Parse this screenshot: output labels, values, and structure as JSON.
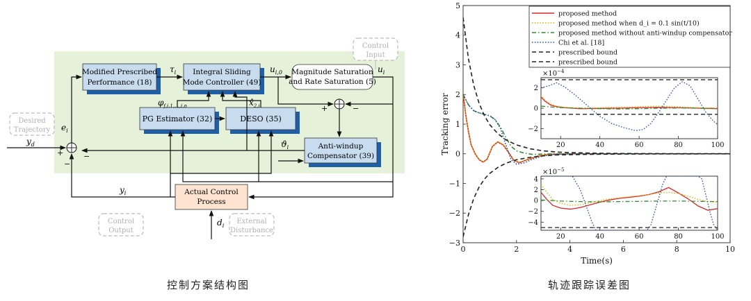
{
  "diagram": {
    "blocks": {
      "mpp": [
        "Modified Prescribed",
        "Performance (18)"
      ],
      "isc": [
        "Integral Sliding",
        "Mode Controller (49)"
      ],
      "sat": [
        "Magnitude Saturation",
        "and Rate Saturation (5)"
      ],
      "pge": [
        "PG Estimator (32)"
      ],
      "deso": [
        "DESO (35)"
      ],
      "aw": [
        "Anti-windup",
        "Compensator (39)"
      ],
      "acp": [
        "Actual Control",
        "Process"
      ]
    },
    "callouts": {
      "control_input": [
        "Control",
        "Input"
      ],
      "desired_trajectory": [
        "Desired",
        "Trajectory"
      ],
      "control_output": [
        "Control",
        "Output"
      ],
      "external_disturbance": [
        "External",
        "Disturbance"
      ]
    },
    "signals": {
      "tau": "τ",
      "tau_sub": "i",
      "u0": "u",
      "u0_sub": "i,0",
      "u": "u",
      "u_sub": "i",
      "phi": "φ",
      "phi_sub": "f,i,1,...,i,n",
      "xhat": "x̂",
      "xhat_sub": "2,i",
      "vartheta": "ϑ",
      "vartheta_sub": "i",
      "e": "e",
      "e_sub": "i",
      "yd": "y",
      "yd_sub": "d",
      "y": "y",
      "y_sub": "i",
      "d": "d",
      "d_sub": "i"
    },
    "signs": {
      "plus_sum1": "+",
      "minus_sum1_bottom": "−",
      "minus_sum1_right": "−",
      "plus_sum2": "+",
      "minus_sum2": "−"
    },
    "caption": "控制方案结构图"
  },
  "chart_data": {
    "type": "line",
    "xlabel": "Time(s)",
    "ylabel": "Tracking error",
    "xlim": [
      0,
      10
    ],
    "ylim": [
      -3,
      5
    ],
    "xticks": [
      0,
      2,
      4,
      6,
      8,
      10
    ],
    "yticks": [
      -3,
      -2,
      -1,
      0,
      1,
      2,
      3,
      4,
      5
    ],
    "legend_position": "top-right",
    "series": [
      {
        "name": "proposed method",
        "color": "#d62728",
        "style": "solid",
        "x": [
          0,
          0.1,
          0.2,
          0.3,
          0.45,
          0.6,
          0.75,
          0.9,
          1.1,
          1.3,
          1.5,
          1.7,
          1.9,
          2.1,
          2.4,
          2.8,
          3.2,
          4,
          6,
          8,
          10
        ],
        "y": [
          2.05,
          1.3,
          0.75,
          0.3,
          0.0,
          -0.2,
          -0.28,
          -0.18,
          0.25,
          0.4,
          0.3,
          0.05,
          -0.22,
          -0.3,
          -0.2,
          -0.08,
          -0.02,
          0,
          0,
          0,
          0
        ]
      },
      {
        "name": "proposed method when d_i = 0.1 sin(t/10)",
        "color": "#e0b000",
        "style": "dotted",
        "x": [
          0,
          0.1,
          0.2,
          0.3,
          0.45,
          0.6,
          0.75,
          0.9,
          1.1,
          1.3,
          1.5,
          1.7,
          1.9,
          2.1,
          2.4,
          2.8,
          3.2,
          4,
          6,
          8,
          10
        ],
        "y": [
          2.05,
          1.32,
          0.77,
          0.32,
          0.01,
          -0.19,
          -0.27,
          -0.17,
          0.26,
          0.41,
          0.31,
          0.06,
          -0.21,
          -0.29,
          -0.19,
          -0.07,
          -0.01,
          0,
          0,
          0,
          0
        ]
      },
      {
        "name": "proposed method without anti-windup compensator",
        "color": "#2e8b2e",
        "style": "dashdot",
        "x": [
          0,
          0.2,
          0.4,
          0.6,
          0.8,
          1.0,
          1.2,
          1.4,
          1.6,
          1.8,
          2.0,
          2.3,
          2.6,
          3.0,
          3.5,
          4,
          6,
          8,
          10
        ],
        "y": [
          2.0,
          1.65,
          1.45,
          1.38,
          1.33,
          1.28,
          1.15,
          0.9,
          0.55,
          0.25,
          0.1,
          0.02,
          -0.02,
          -0.01,
          0,
          0,
          0,
          0,
          0
        ]
      },
      {
        "name": "Chi et al. [18]",
        "color": "#2b4fa8",
        "style": "dotted",
        "x": [
          0,
          0.2,
          0.4,
          0.6,
          0.8,
          1.0,
          1.2,
          1.4,
          1.6,
          1.8,
          2.0,
          2.3,
          2.6,
          3.0,
          3.5,
          4,
          6,
          8,
          10
        ],
        "y": [
          2.0,
          1.65,
          1.45,
          1.38,
          1.33,
          1.28,
          1.15,
          0.85,
          0.3,
          -0.2,
          -0.35,
          -0.3,
          -0.18,
          -0.07,
          -0.02,
          0,
          0,
          0,
          0
        ]
      },
      {
        "name": "prescribed bound",
        "color": "#222222",
        "style": "dashed",
        "x": [
          0,
          0.2,
          0.4,
          0.6,
          0.8,
          1.0,
          1.3,
          1.6,
          2.0,
          2.5,
          3.0,
          3.5,
          4,
          5,
          6,
          8,
          10
        ],
        "y": [
          4.6,
          3.2,
          2.3,
          1.7,
          1.28,
          0.98,
          0.68,
          0.47,
          0.3,
          0.17,
          0.1,
          0.06,
          0.04,
          0.02,
          0.01,
          0.005,
          0.003
        ]
      },
      {
        "name": "prescribed bound",
        "color": "#222222",
        "style": "dashed",
        "x": [
          0,
          0.2,
          0.4,
          0.6,
          0.8,
          1.0,
          1.3,
          1.6,
          2.0,
          2.5,
          3.0,
          3.5,
          4,
          5,
          6,
          8,
          10
        ],
        "y": [
          -2.8,
          -2.05,
          -1.5,
          -1.12,
          -0.85,
          -0.66,
          -0.46,
          -0.32,
          -0.2,
          -0.12,
          -0.07,
          -0.04,
          -0.03,
          -0.015,
          -0.008,
          -0.004,
          -0.002
        ]
      }
    ],
    "insets": [
      {
        "exponent_label": "×10",
        "exponent": "−4",
        "xlim": [
          10,
          100
        ],
        "ylim": [
          -3,
          3
        ],
        "xticks": [
          20,
          40,
          60,
          80,
          100
        ],
        "yticks": [
          -2,
          0,
          2
        ],
        "series": [
          {
            "color": "#d62728",
            "style": "solid",
            "x": [
              10,
              12,
              15,
              18,
              22,
              30,
              40,
              50,
              60,
              70,
              80,
              90,
              100
            ],
            "y": [
              1.1,
              0.7,
              0.3,
              0.15,
              0.05,
              -0.05,
              -0.02,
              0.0,
              0.05,
              0.08,
              0.05,
              0.0,
              -0.05
            ]
          },
          {
            "color": "#e0b000",
            "style": "dotted",
            "x": [
              10,
              12,
              15,
              18,
              22,
              30,
              40,
              50,
              60,
              70,
              80,
              90,
              100
            ],
            "y": [
              1.3,
              0.8,
              0.4,
              0.2,
              0.1,
              0.0,
              0.05,
              0.1,
              0.15,
              0.2,
              0.15,
              0.05,
              0.0
            ]
          },
          {
            "color": "#2e8b2e",
            "style": "dashdot",
            "x": [
              10,
              20,
              30,
              40,
              50,
              60,
              70,
              80,
              90,
              100
            ],
            "y": [
              0.2,
              0.05,
              0.0,
              -0.05,
              -0.08,
              -0.05,
              0.0,
              0.02,
              0.0,
              -0.02
            ]
          },
          {
            "color": "#2b4fa8",
            "style": "dotted",
            "x": [
              10,
              14,
              18,
              22,
              28,
              34,
              40,
              46,
              52,
              58,
              62,
              66,
              70,
              74,
              78,
              82,
              86,
              90,
              94,
              98,
              100
            ],
            "y": [
              2.0,
              2.2,
              2.5,
              2.1,
              1.2,
              0.2,
              -0.8,
              -1.5,
              -1.9,
              -2.2,
              -2.1,
              -1.5,
              -0.4,
              0.8,
              2.0,
              2.6,
              2.2,
              0.9,
              -0.4,
              -1.3,
              -1.6
            ]
          },
          {
            "color": "#222222",
            "style": "dashed",
            "x": [
              10,
              100
            ],
            "y": [
              2.8,
              2.8
            ]
          },
          {
            "color": "#222222",
            "style": "dashed",
            "x": [
              10,
              100
            ],
            "y": [
              -0.6,
              -0.6
            ]
          }
        ]
      },
      {
        "exponent_label": "×10",
        "exponent": "−5",
        "xlim": [
          10,
          100
        ],
        "ylim": [
          -5.5,
          4.5
        ],
        "xticks": [
          20,
          40,
          60,
          80,
          100
        ],
        "yticks": [
          -4,
          -2,
          0,
          2,
          4
        ],
        "series": [
          {
            "color": "#d62728",
            "style": "solid",
            "x": [
              10,
              13,
              16,
              20,
              25,
              30,
              35,
              40,
              45,
              50,
              55,
              60,
              65,
              70,
              75,
              80,
              85,
              90,
              95,
              100
            ],
            "y": [
              1.5,
              0.2,
              -0.9,
              -1.4,
              -1.6,
              -1.3,
              -0.8,
              -0.3,
              0.1,
              0.4,
              0.6,
              0.8,
              1.1,
              1.6,
              2.4,
              1.4,
              0.3,
              -1.0,
              -1.8,
              -1.5
            ]
          },
          {
            "color": "#e0b000",
            "style": "dotted",
            "x": [
              10,
              13,
              16,
              20,
              25,
              30,
              35,
              40,
              45,
              50,
              55,
              60,
              65,
              70,
              75,
              80,
              85,
              90,
              95,
              100
            ],
            "y": [
              3.0,
              1.5,
              0.2,
              -0.5,
              -0.9,
              -0.8,
              -0.4,
              0.0,
              0.3,
              0.5,
              0.7,
              0.9,
              1.1,
              1.4,
              1.5,
              1.3,
              0.8,
              0.2,
              -0.2,
              -0.3
            ]
          },
          {
            "color": "#2e8b2e",
            "style": "dashdot",
            "x": [
              10,
              20,
              30,
              40,
              50,
              60,
              70,
              80,
              90,
              100
            ],
            "y": [
              0.1,
              -0.1,
              -0.2,
              -0.25,
              -0.2,
              -0.15,
              -0.1,
              -0.1,
              -0.15,
              -0.2
            ]
          },
          {
            "color": "#2b4fa8",
            "style": "dotted",
            "x": [
              10,
              20,
              26,
              30,
              34,
              36,
              38,
              40,
              64,
              66,
              68,
              70,
              72,
              74,
              76,
              90,
              92,
              94,
              96,
              98,
              100
            ],
            "y": [
              4.5,
              4.5,
              4.5,
              2.0,
              -2.0,
              -4.0,
              -5.5,
              -5.5,
              -5.5,
              -4.5,
              -2.0,
              0.5,
              3.0,
              4.5,
              4.5,
              4.5,
              4.0,
              1.0,
              -2.0,
              -4.5,
              -5.5
            ]
          },
          {
            "color": "#222222",
            "style": "dashed",
            "x": [
              10,
              100
            ],
            "y": [
              -5.0,
              -5.0
            ]
          }
        ]
      }
    ],
    "caption": "轨迹跟踪误差图"
  }
}
